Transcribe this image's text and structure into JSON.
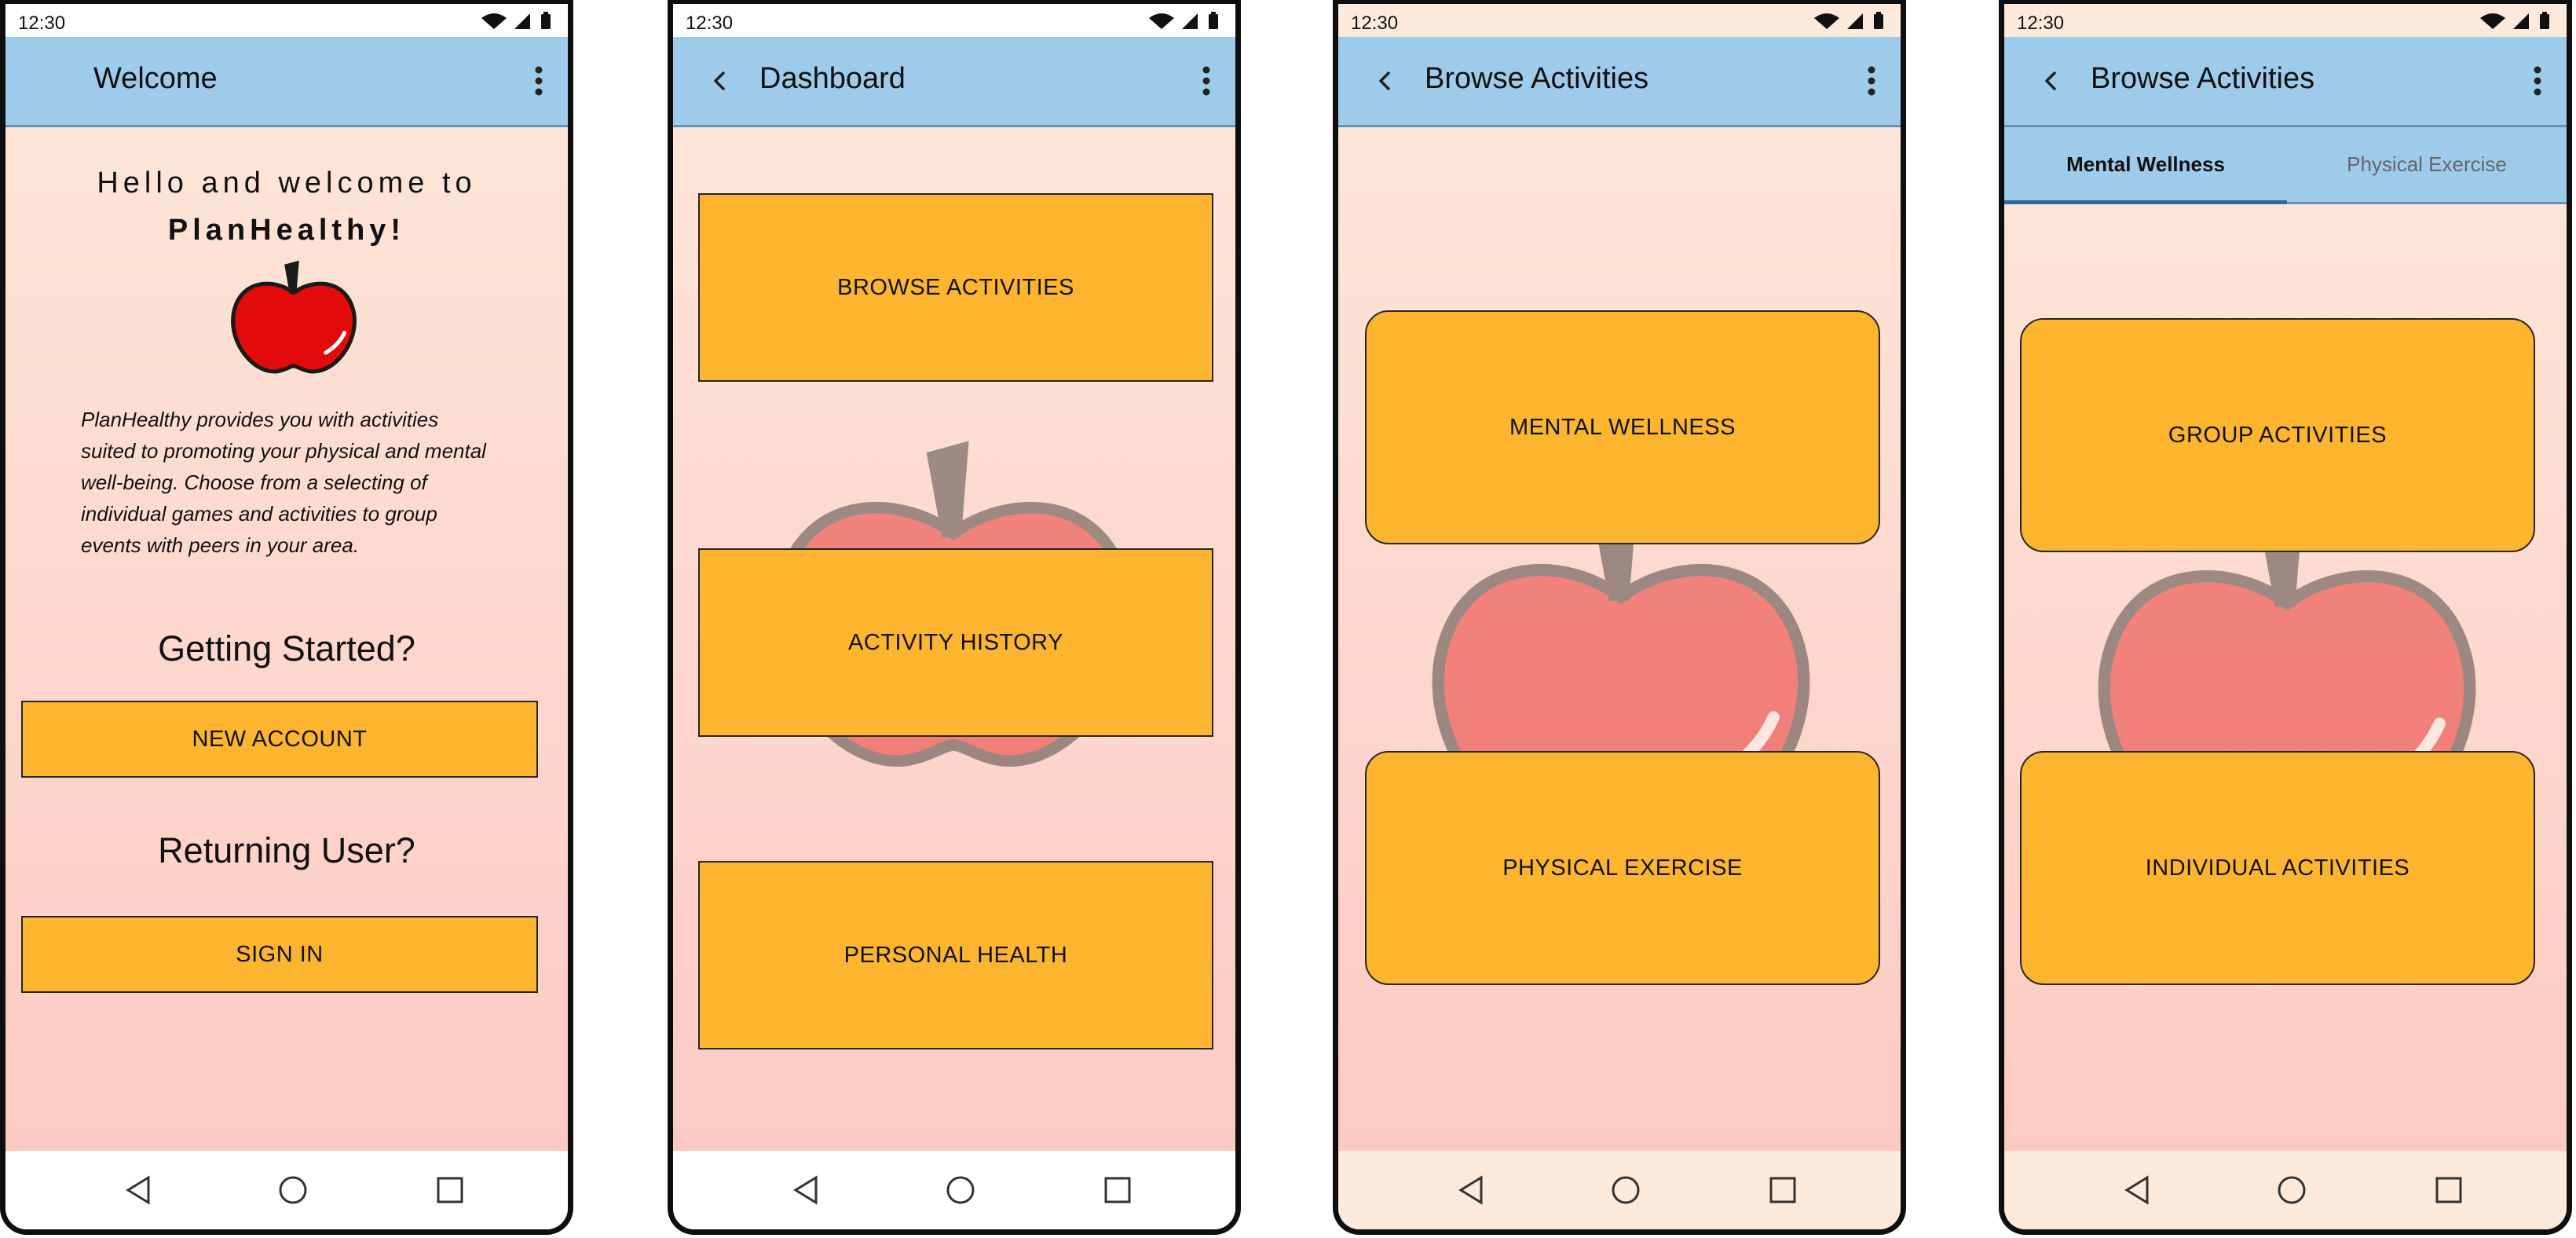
{
  "status": {
    "time": "12:30"
  },
  "screens": {
    "welcome": {
      "title": "Welcome",
      "greeting": "Hello and welcome to",
      "brand": "PlanHealthy!",
      "intro": "PlanHealthy provides you with activities suited to promoting your physical and mental well-being. Choose from a selecting of individual games and activities to group events with peers in your area.",
      "getting_started": "Getting Started?",
      "new_account": "NEW ACCOUNT",
      "returning": "Returning User?",
      "sign_in": "SIGN IN"
    },
    "dashboard": {
      "title": "Dashboard",
      "browse": "BROWSE ACTIVITIES",
      "history": "ACTIVITY HISTORY",
      "health": "PERSONAL HEALTH"
    },
    "browse": {
      "title": "Browse Activities",
      "mental": "MENTAL WELLNESS",
      "physical": "PHYSICAL EXERCISE"
    },
    "browse_tabs": {
      "title": "Browse Activities",
      "tab_mental": "Mental Wellness",
      "tab_physical": "Physical Exercise",
      "group": "GROUP ACTIVITIES",
      "individual": "INDIVIDUAL ACTIVITIES"
    }
  },
  "icons": [
    "back-icon",
    "more-vert-icon",
    "wifi-icon",
    "signal-icon",
    "battery-icon",
    "nav-back-icon",
    "nav-home-icon",
    "nav-recents-icon",
    "apple-icon"
  ],
  "colors": {
    "app_bar": "#9ecbea",
    "button": "#fdb52f",
    "bg_top": "#fde5d7",
    "bg_bottom": "#fccac3"
  }
}
